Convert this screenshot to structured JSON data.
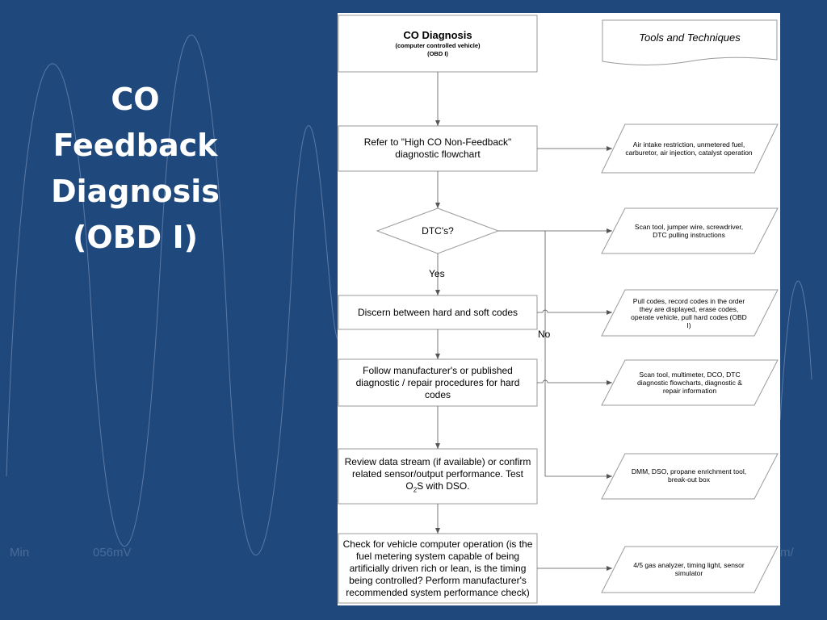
{
  "slide": {
    "title_lines": [
      "CO",
      "Feedback",
      "Diagnosis",
      "(OBD I)"
    ],
    "bg_left_labels": [
      "Min",
      "056mV"
    ],
    "bg_right_label": "m/"
  },
  "flowchart": {
    "header": {
      "title": "CO Diagnosis",
      "subtitle1": "(computer controlled vehicle)",
      "subtitle2": "(OBD I)"
    },
    "tools_header": "Tools and Techniques",
    "steps": [
      "Refer to \"High CO Non-Feedback\" diagnostic flowchart",
      "DTC's?",
      "Discern between hard and soft codes",
      "Follow manufacturer's or published diagnostic / repair procedures for hard codes",
      "Review data stream (if available) or confirm related sensor/output performance.  Test O",
      "Check for vehicle computer operation (is the fuel metering system capable of being artificially driven rich or lean, is the timing being controlled?   Perform manufacturer's recommended system performance check)"
    ],
    "review_sub": "2",
    "review_tail": "S with DSO.",
    "yes_label": "Yes",
    "no_label": "No",
    "tools": [
      "Air intake restriction, unmetered fuel, carburetor, air injection, catalyst operation",
      "Scan tool, jumper wire, screwdriver, DTC pulling instructions",
      "Pull codes, record codes in the order they are displayed, erase codes, operate vehicle, pull hard codes (OBD I)",
      "Scan tool, multimeter, DCO, DTC diagnostic flowcharts, diagnostic & repair information",
      "DMM, DSO, propane enrichment tool, break-out box",
      "4/5 gas analyzer, timing light, sensor simulator"
    ]
  }
}
